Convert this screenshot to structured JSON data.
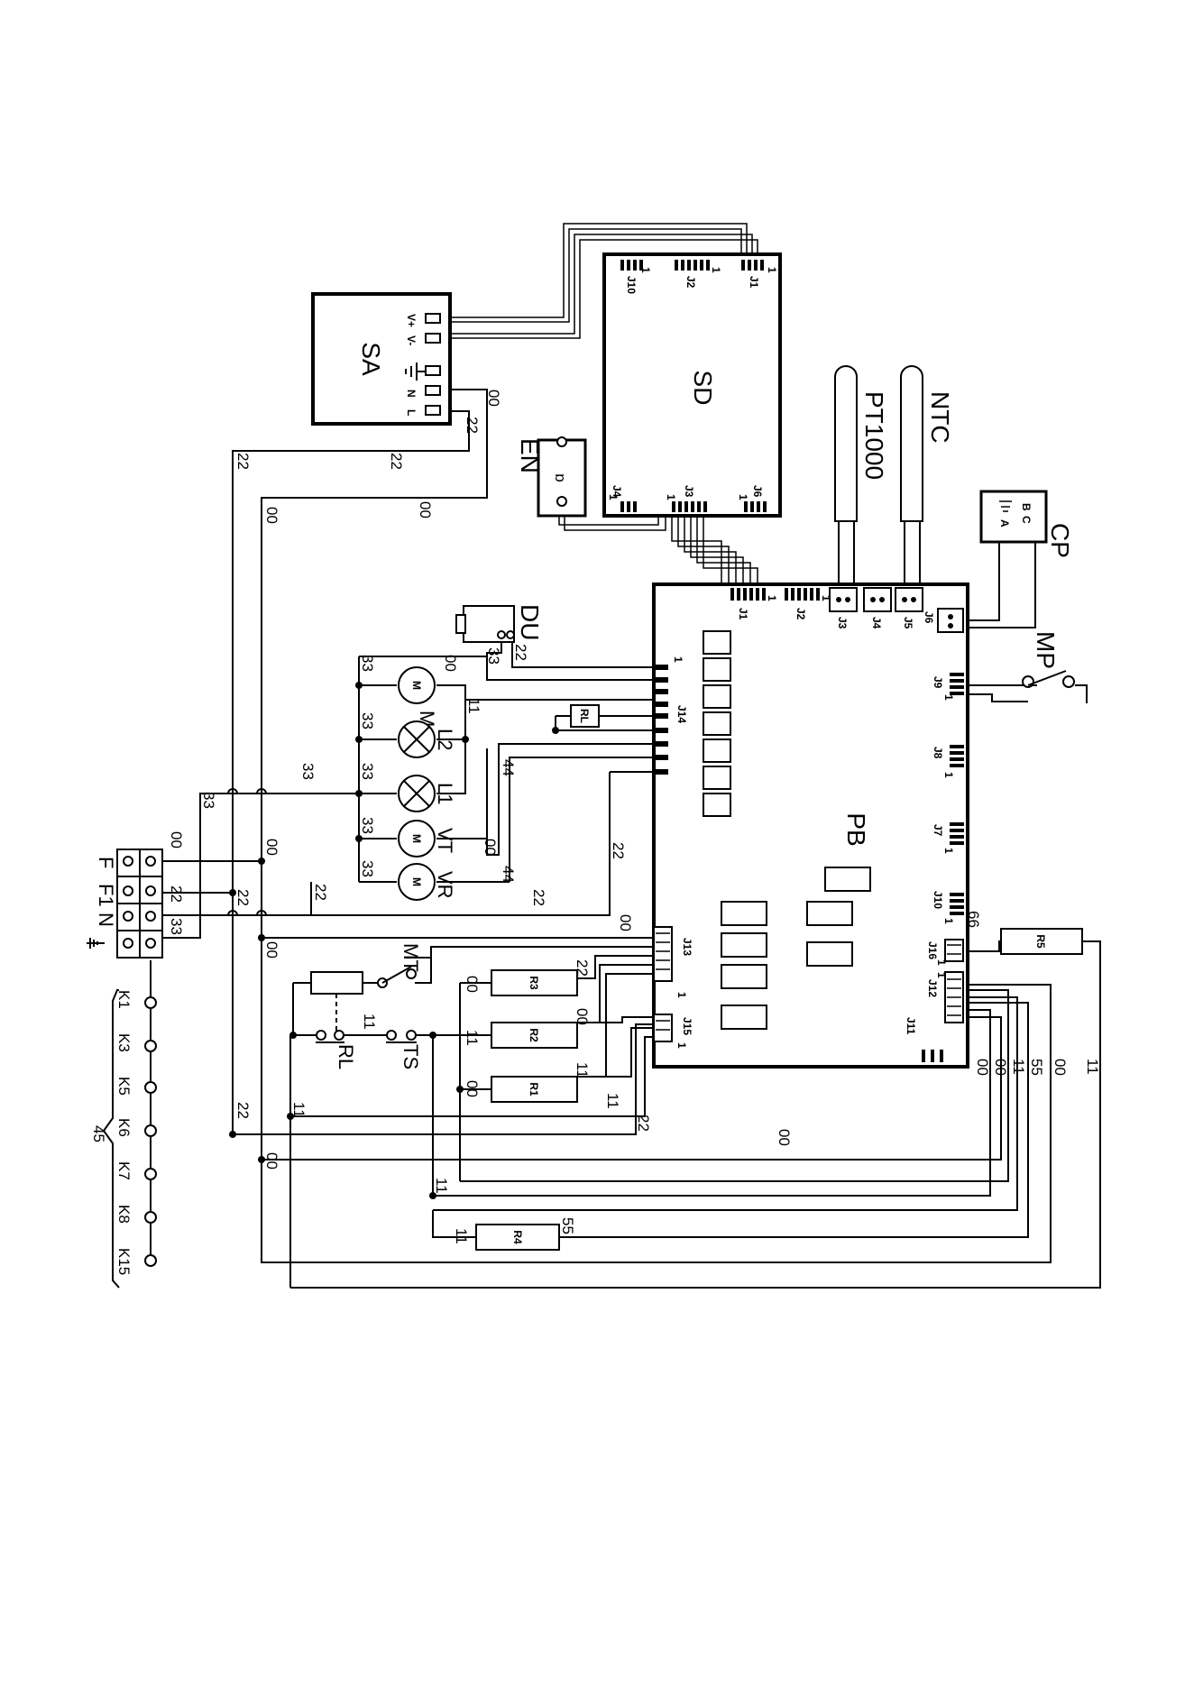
{
  "components": {
    "sa": "SA",
    "sd": "SD",
    "en": "EN",
    "pb": "PB",
    "pt1000": "PT1000",
    "ntc": "NTC",
    "cp": "CP",
    "du": "DU",
    "mp": "MP",
    "mt": "MT",
    "rl": "RL",
    "ts": "TS",
    "mg": "MG",
    "vt": "VT",
    "vr": "VR",
    "l1": "L1",
    "l2": "L2",
    "r1": "R1",
    "r2": "R2",
    "r3": "R3",
    "r4": "R4",
    "r5": "R5",
    "rl_small": "RL"
  },
  "sa_terminals": {
    "vplus": "V+",
    "vminus": "V-",
    "n": "N",
    "l": "L"
  },
  "cp_terminals": {
    "b": "B",
    "c": "C",
    "a": "A"
  },
  "connectors": {
    "sd_j10": "J10",
    "sd_j2": "J2",
    "sd_j1": "J1",
    "sd_j4": "J4",
    "sd_j3": "J3",
    "sd_j6": "J6",
    "pb_j1": "J1",
    "pb_j2": "J2",
    "pb_j3": "J3",
    "pb_j4": "J4",
    "pb_j5": "J5",
    "pb_j6": "J6",
    "pb_j9": "J9",
    "pb_j8": "J8",
    "pb_j7": "J7",
    "pb_j10": "J10",
    "pb_j16": "J16",
    "pb_j12": "J12",
    "pb_j11": "J11",
    "pb_j14": "J14",
    "pb_j13": "J13",
    "pb_j15": "J15",
    "pin_one": "1"
  },
  "motor_symbol": "M",
  "terminal_block": {
    "f": "F",
    "f1": "F1",
    "n": "N"
  },
  "wire_codes": {
    "c00": "00",
    "c11": "11",
    "c22": "22",
    "c33": "33",
    "c44": "44",
    "c55": "55",
    "c66": "66",
    "c45": "45"
  },
  "k_labels": [
    "K1",
    "K3",
    "K5",
    "K6",
    "K7",
    "K8",
    "K15"
  ]
}
